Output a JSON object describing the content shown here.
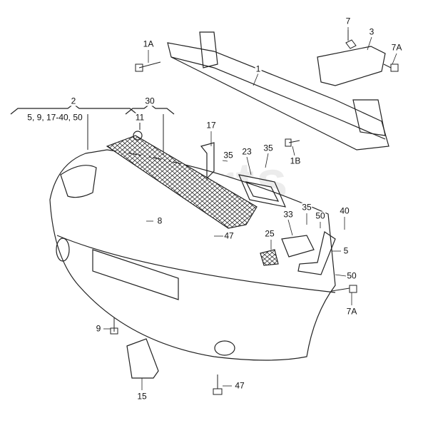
{
  "watermark": "Xparts",
  "labels": {
    "l1A": "1A",
    "l7": "7",
    "l3": "3",
    "l7A_top": "7A",
    "l1": "1",
    "l2": "2",
    "group2": "5, 9, 17-40, 50",
    "l30": "30",
    "l11": "11",
    "l17": "17",
    "l35_a": "35",
    "l23": "23",
    "l35_b": "35",
    "l1B": "1B",
    "l8": "8",
    "l47_top": "47",
    "l25": "25",
    "l33": "33",
    "l35_c": "35",
    "l50_a": "50",
    "l40": "40",
    "l5": "5",
    "l50_b": "50",
    "l7A_bot": "7A",
    "l9": "9",
    "l15": "15",
    "l47_bot": "47"
  }
}
